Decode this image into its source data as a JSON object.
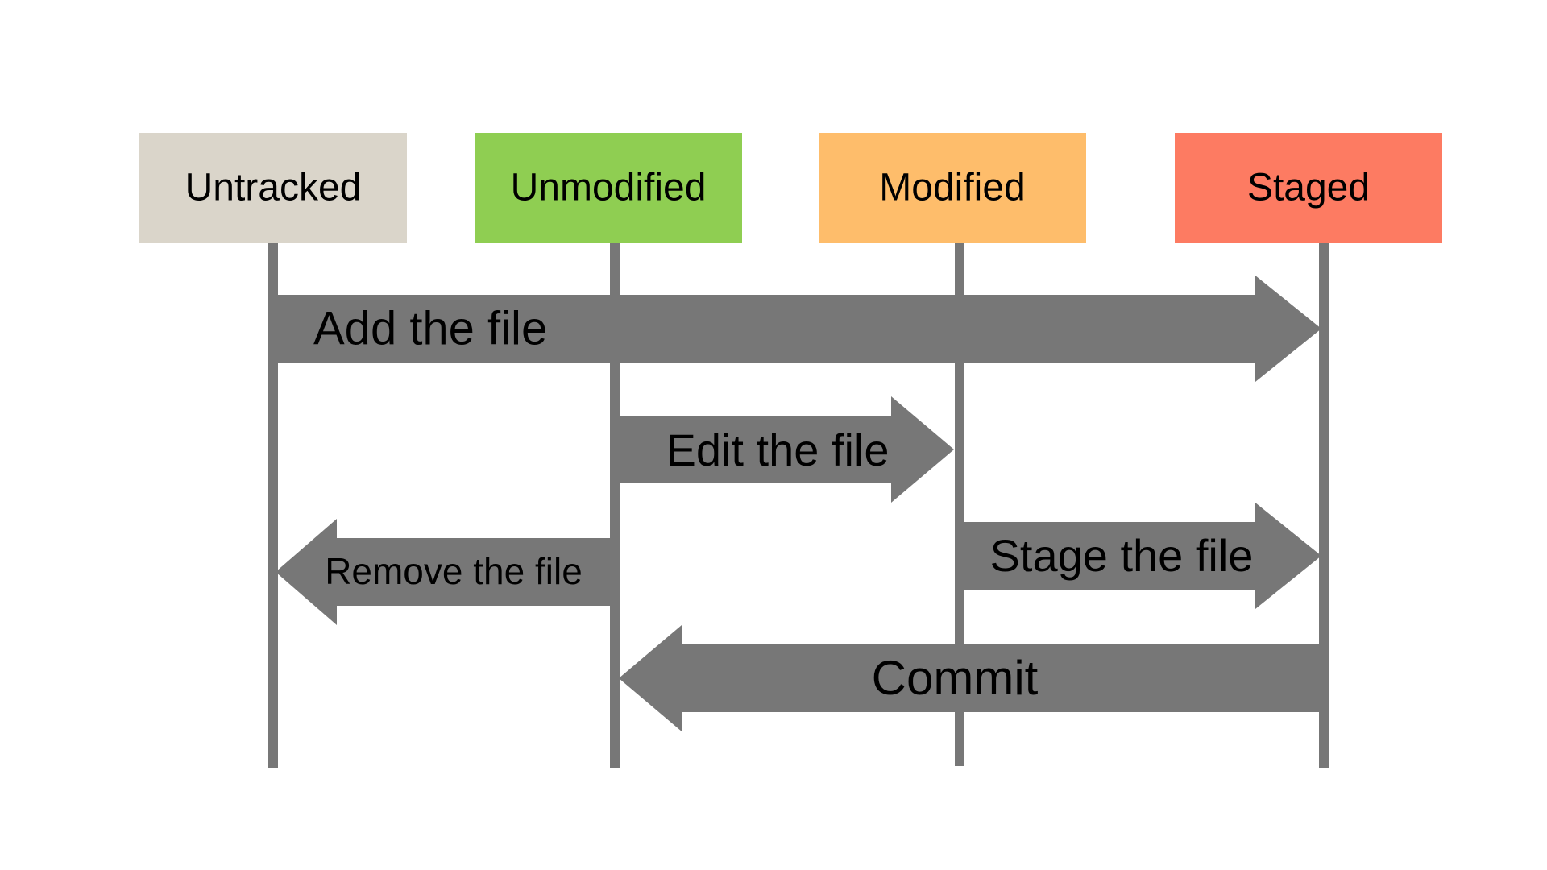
{
  "states": [
    {
      "id": "untracked",
      "label": "Untracked",
      "color": "#dad5ca"
    },
    {
      "id": "unmodified",
      "label": "Unmodified",
      "color": "#8fce52"
    },
    {
      "id": "modified",
      "label": "Modified",
      "color": "#febd6b"
    },
    {
      "id": "staged",
      "label": "Staged",
      "color": "#fd7b62"
    }
  ],
  "transitions": [
    {
      "id": "add",
      "label": "Add the file",
      "from": "untracked",
      "to": "staged"
    },
    {
      "id": "edit",
      "label": "Edit the file",
      "from": "unmodified",
      "to": "modified"
    },
    {
      "id": "remove",
      "label": "Remove the file",
      "from": "unmodified",
      "to": "untracked"
    },
    {
      "id": "stage",
      "label": "Stage the file",
      "from": "modified",
      "to": "staged"
    },
    {
      "id": "commit",
      "label": "Commit",
      "from": "staged",
      "to": "unmodified"
    }
  ],
  "colors": {
    "lifeline": "#777777",
    "arrow": "#777777",
    "text": "#000000",
    "background": "#ffffff"
  }
}
